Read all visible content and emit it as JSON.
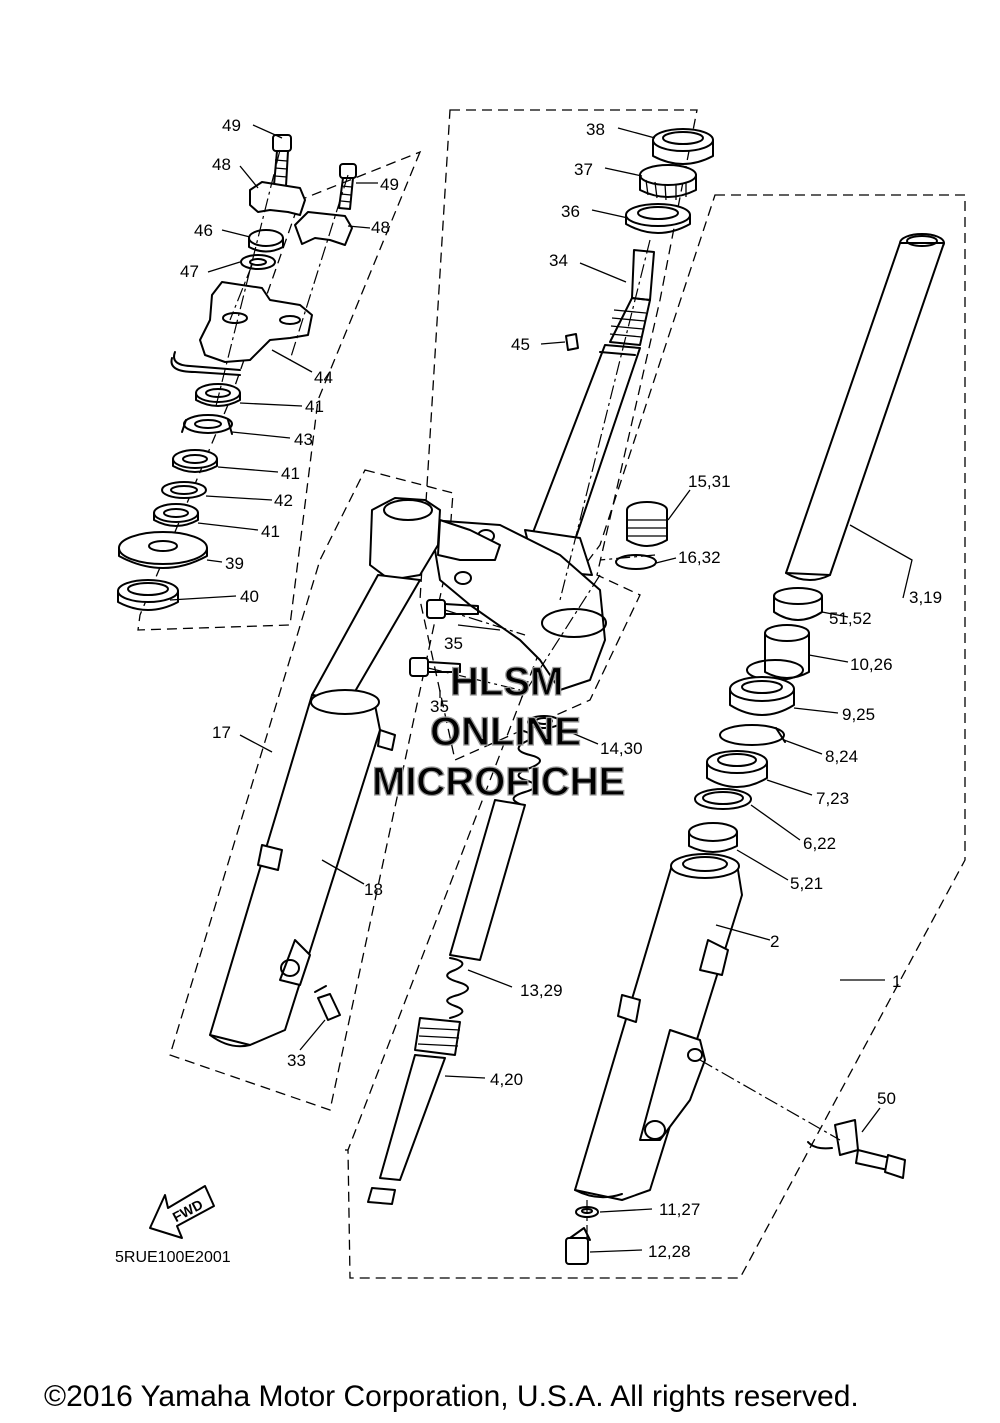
{
  "labels": [
    "49",
    "48",
    "49",
    "48",
    "46",
    "47",
    "44",
    "41",
    "43",
    "41",
    "42",
    "41",
    "39",
    "40",
    "38",
    "37",
    "36",
    "34",
    "45",
    "15,31",
    "16,32",
    "3,19",
    "51,52",
    "10,26",
    "9,25",
    "8,24",
    "7,23",
    "6,22",
    "5,21",
    "2",
    "1",
    "35",
    "35",
    "14,30",
    "17",
    "18",
    "13,29",
    "4,20",
    "33",
    "50",
    "11,27",
    "12,28"
  ],
  "watermark": {
    "line1": "HLSM",
    "line2": "ONLINE",
    "line3": "MICROFICHE"
  },
  "fwd_label": "FWD",
  "diagram_code": "5RUE100E2001",
  "copyright": "©2016 Yamaha Motor Corporation, U.S.A. All rights reserved."
}
